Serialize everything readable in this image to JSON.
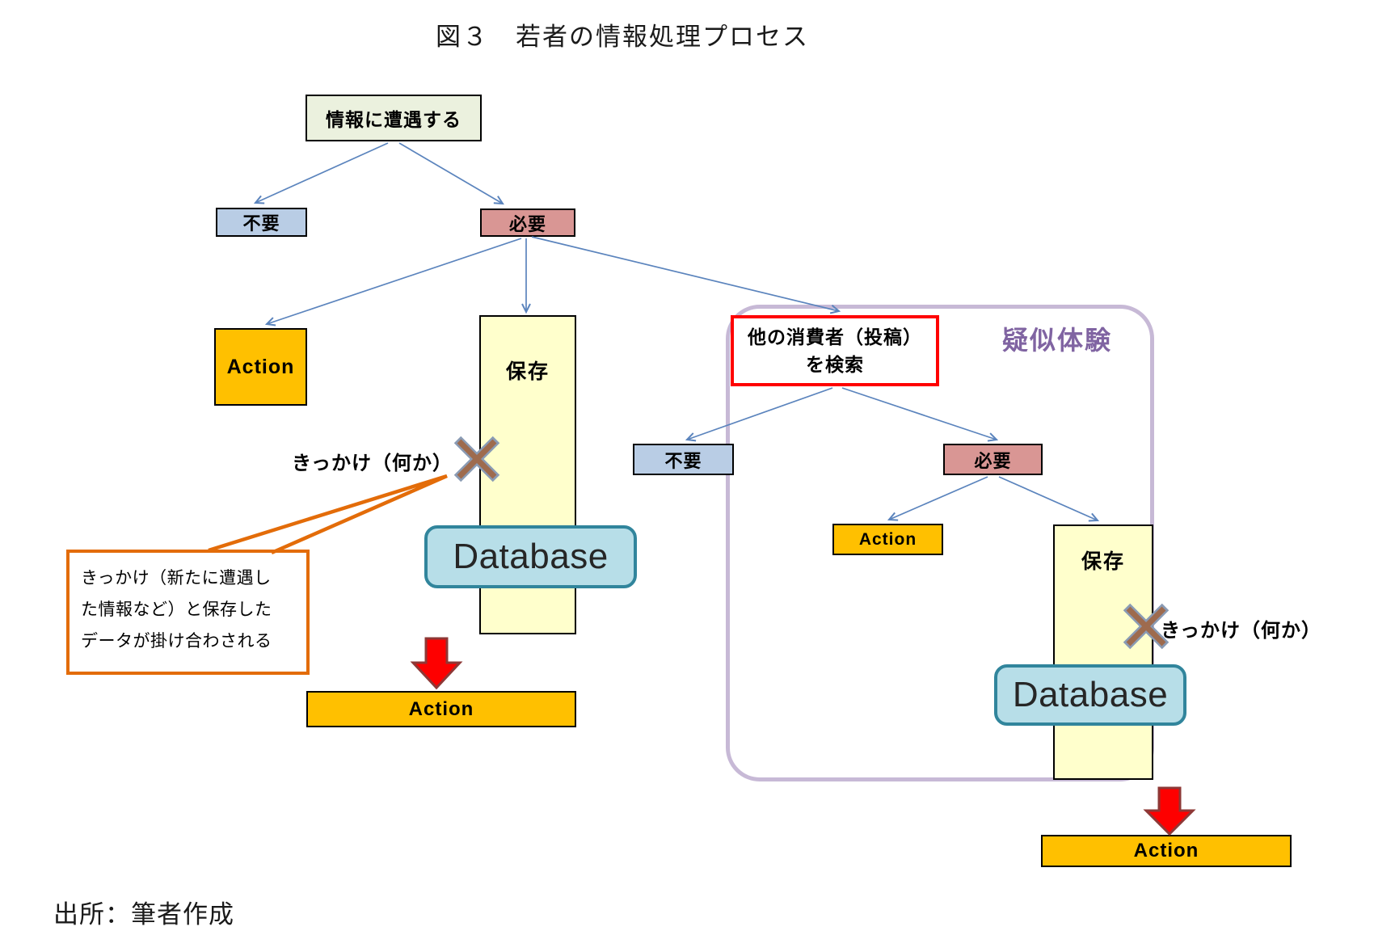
{
  "figure": {
    "title": "図３　若者の情報処理プロセス",
    "source_note": "出所：筆者作成"
  },
  "main_flow": {
    "start": "情報に遭遇する",
    "unnecessary": "不要",
    "necessary": "必要",
    "action_box": "Action",
    "save_box": "保存",
    "trigger_label": "きっかけ（何か）",
    "database_label": "Database",
    "final_action": "Action",
    "callout_lines": [
      "きっかけ（新たに遭遇し",
      "た情報など）と保存した",
      "データが掛け合わされる"
    ]
  },
  "pseudo_experience": {
    "container_label": "疑似体験",
    "search_box_lines": [
      "他の消費者（投稿）",
      "を検索"
    ],
    "unnecessary": "不要",
    "necessary": "必要",
    "action_box": "Action",
    "save_box": "保存",
    "trigger_label": "きっかけ（何か）",
    "database_label": "Database",
    "final_action": "Action"
  },
  "colors": {
    "start_box_bg": "#ebf1de",
    "unnecessary_bg": "#b9cde5",
    "necessary_bg": "#d99694",
    "action_bg": "#ffc000",
    "save_bg": "#ffffcc",
    "database_bg": "#b7dee8",
    "database_border": "#31859c",
    "connector_blue": "#5b84bd",
    "callout_orange": "#e36c09",
    "container_purple": "#c7b9d6",
    "pseudo_label_purple": "#8064a2",
    "search_box_border_red": "#ff0000",
    "big_arrow_red": "#fe0000",
    "big_arrow_border": "#8e3836",
    "x_mark_brown": "#9e6b4e",
    "x_mark_outline": "#8a9bb4"
  }
}
